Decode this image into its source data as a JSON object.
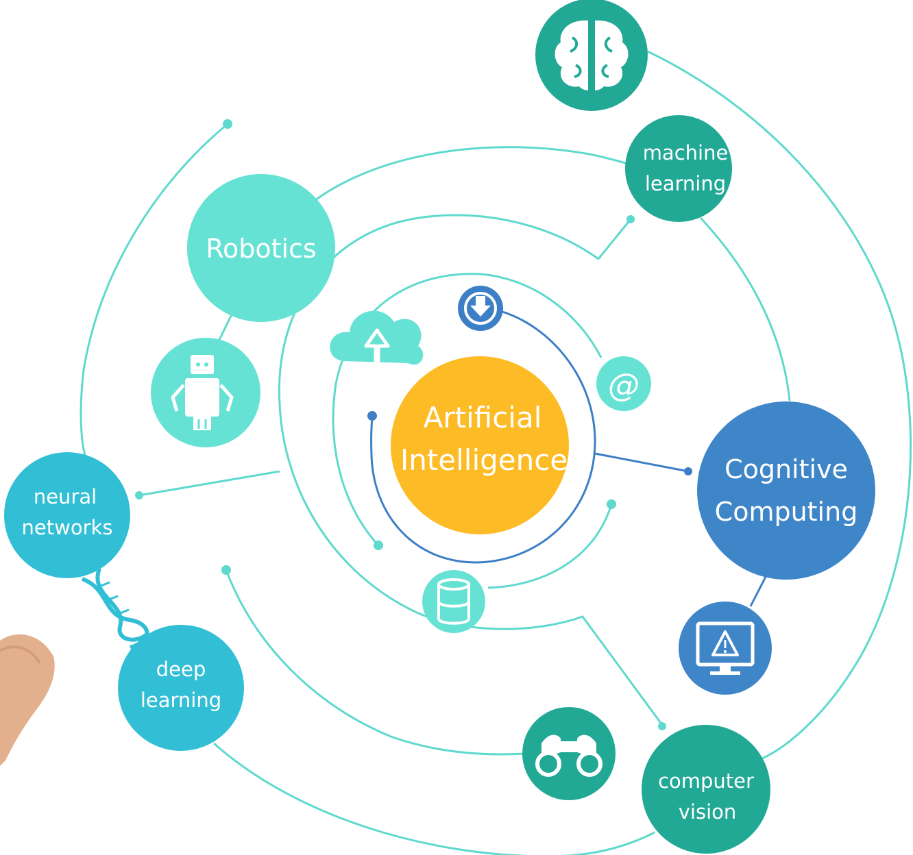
{
  "center": {
    "line1": "Artificial",
    "line2": "Intelligence",
    "color": "#FDBB26"
  },
  "nodes": {
    "robotics": {
      "label": "Robotics",
      "color": "#66E2D5"
    },
    "cognitive_computing": {
      "line1": "Cognitive",
      "line2": "Computing",
      "color": "#3F86C9"
    },
    "machine_learning": {
      "line1": "machine",
      "line2": "learning",
      "color": "#22A996"
    },
    "neural_networks": {
      "line1": "neural",
      "line2": "networks",
      "color": "#32BFD6"
    },
    "deep_learning": {
      "line1": "deep",
      "line2": "learning",
      "color": "#32BFD6"
    },
    "computer_vision": {
      "line1": "computer",
      "line2": "vision",
      "color": "#22A996"
    }
  },
  "icons": [
    "brain-icon",
    "robot-icon",
    "cloud-upload-icon",
    "download-icon",
    "at-sign-icon",
    "database-icon",
    "warning-monitor-icon",
    "binoculars-icon",
    "dna-icon"
  ],
  "colors": {
    "ring": "#5ED9CE",
    "blue_ring": "#3C7FC6",
    "teal_dark": "#22A996",
    "teal_light": "#66E2D5",
    "blue": "#3F86C9",
    "cyan": "#32BFD6"
  }
}
